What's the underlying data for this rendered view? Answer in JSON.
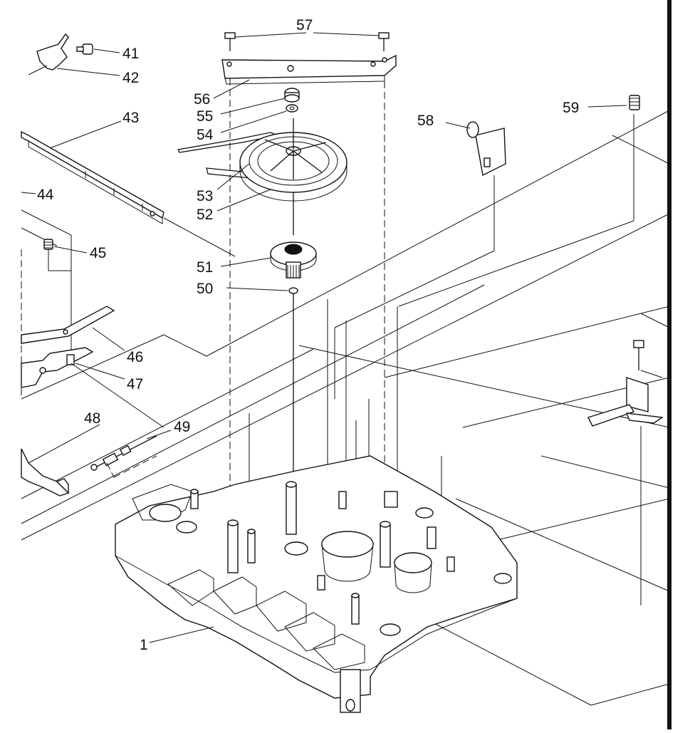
{
  "diagram": {
    "labels": {
      "p1": "1",
      "p41": "41",
      "p42": "42",
      "p43": "43",
      "p44": "44",
      "p45": "45",
      "p46": "46",
      "p47": "47",
      "p48": "48",
      "p49": "49",
      "p50": "50",
      "p51": "51",
      "p52": "52",
      "p53": "53",
      "p54": "54",
      "p55": "55",
      "p56": "56",
      "p57": "57",
      "p58": "58",
      "p59": "59"
    }
  }
}
